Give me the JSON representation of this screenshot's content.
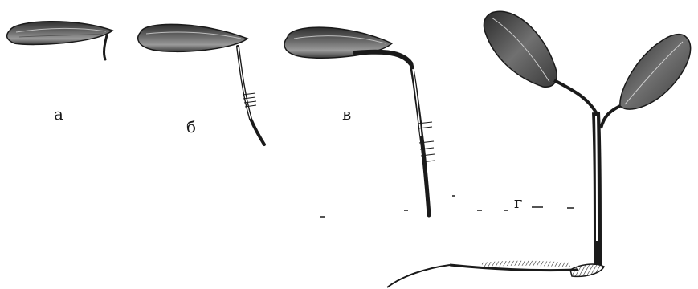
{
  "labels": {
    "stage_a": "а",
    "stage_b": "б",
    "stage_c": "в",
    "stage_d": "г"
  },
  "colors": {
    "ink": "#1a1a1a",
    "seed_dark": "#3c3c3c",
    "seed_light": "#8c8c8c",
    "paper": "#ffffff"
  }
}
